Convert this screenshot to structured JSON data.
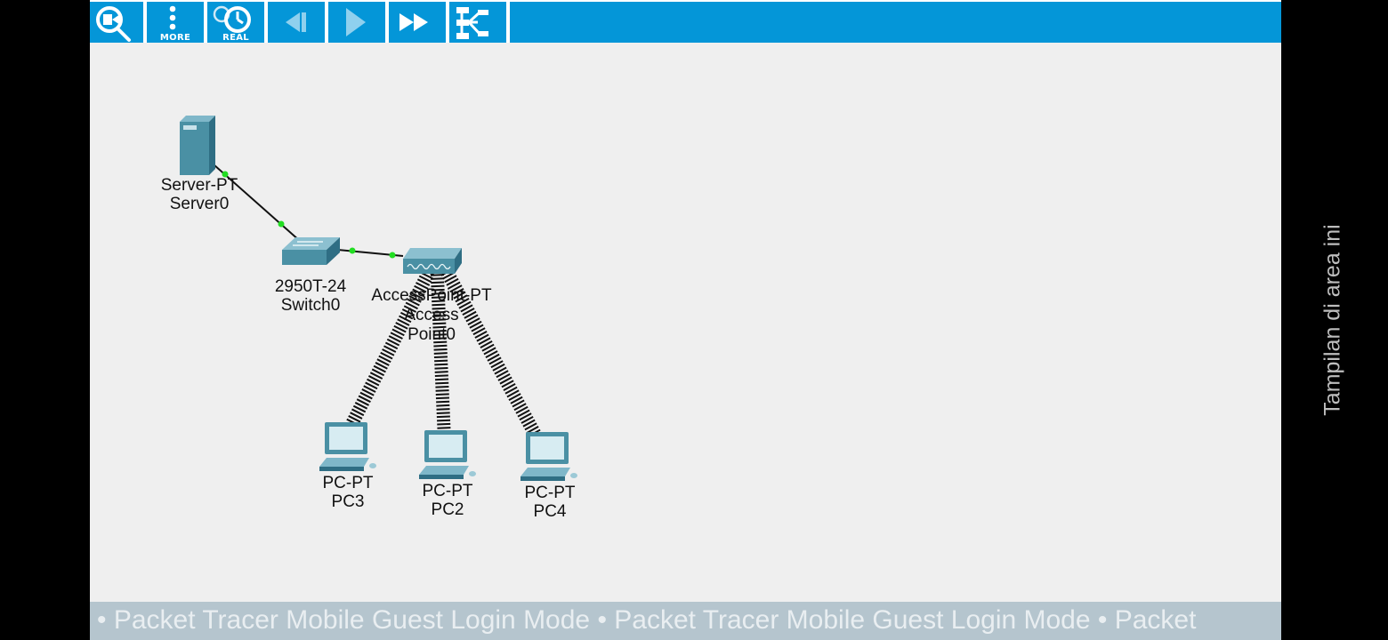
{
  "toolbar": {
    "buttons": [
      {
        "name": "inspect-button",
        "icon": "magnify-inspect-icon",
        "label": ""
      },
      {
        "name": "more-button",
        "icon": "vertical-dots-icon",
        "label": "MORE"
      },
      {
        "name": "realtime-button",
        "icon": "clock-icon",
        "label": "REAL"
      },
      {
        "name": "back-button",
        "icon": "step-back-icon",
        "label": ""
      },
      {
        "name": "play-button",
        "icon": "play-icon",
        "label": ""
      },
      {
        "name": "fast-forward-button",
        "icon": "fast-forward-icon",
        "label": ""
      },
      {
        "name": "topology-button",
        "icon": "topology-tree-icon",
        "label": ""
      }
    ]
  },
  "devices": [
    {
      "id": "server0",
      "model": "Server-PT",
      "name": "Server0"
    },
    {
      "id": "switch0",
      "model": "2950T-24",
      "name": "Switch0"
    },
    {
      "id": "ap0",
      "model": "AccessPoint-PT",
      "name_line1": "Access",
      "name_line2": "Point0"
    },
    {
      "id": "pc3",
      "model": "PC-PT",
      "name": "PC3"
    },
    {
      "id": "pc2",
      "model": "PC-PT",
      "name": "PC2"
    },
    {
      "id": "pc4",
      "model": "PC-PT",
      "name": "PC4"
    }
  ],
  "links": [
    {
      "from": "server0",
      "to": "switch0",
      "type": "copper",
      "status": "up"
    },
    {
      "from": "switch0",
      "to": "ap0",
      "type": "copper",
      "status": "up"
    },
    {
      "from": "ap0",
      "to": "pc3",
      "type": "wireless"
    },
    {
      "from": "ap0",
      "to": "pc2",
      "type": "wireless"
    },
    {
      "from": "ap0",
      "to": "pc4",
      "type": "wireless"
    }
  ],
  "ticker": "• Packet Tracer Mobile Guest Login Mode • Packet Tracer Mobile Guest Login Mode • Packet",
  "side_text": "Tampilan di area ini",
  "colors": {
    "toolbar": "#0496d8",
    "canvas": "#efefef",
    "device": "#4a90a4",
    "link_up": "#22dd22",
    "ticker_bg": "#b5c5ce"
  }
}
